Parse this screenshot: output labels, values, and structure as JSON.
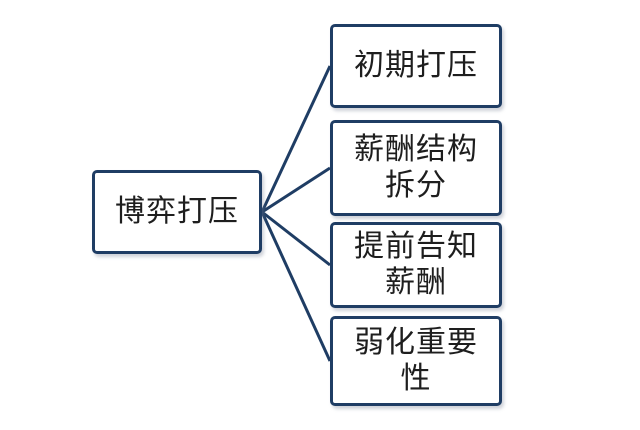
{
  "diagram": {
    "root": {
      "label": "博弈打压"
    },
    "children": [
      {
        "label": "初期打压"
      },
      {
        "label": "薪酬结构\n拆分"
      },
      {
        "label": "提前告知\n薪酬"
      },
      {
        "label": "弱化重要\n性"
      }
    ]
  },
  "colors": {
    "border": "#1f3d64",
    "connector": "#1f3d64",
    "text": "#1e1e1e",
    "background": "#ffffff"
  }
}
